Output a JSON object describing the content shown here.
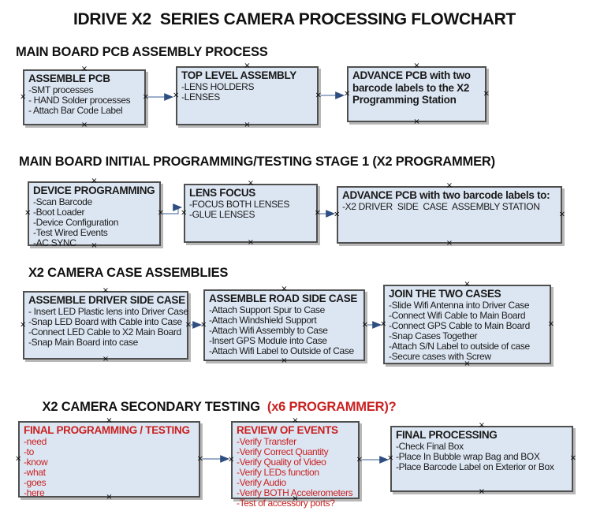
{
  "title": "IDRIVE X2  SERIES CAMERA PROCESSING FLOWCHART",
  "colors": {
    "box_fill": "#dce6f2",
    "box_border": "#4f4f4f",
    "red_text": "#c92121",
    "arrow_line": "#7a93b8",
    "arrow_head": "#2e4d80",
    "text": "#1a1a1a"
  },
  "sections": [
    {
      "heading": "MAIN BOARD PCB ASSEMBLY PROCESS",
      "boxes": [
        {
          "title": "ASSEMBLE PCB",
          "items": [
            "-SMT processes",
            "- HAND Solder processes",
            "- Attach Bar Code Label"
          ]
        },
        {
          "title": "TOP LEVEL ASSEMBLY",
          "items": [
            "-LENS HOLDERS",
            "-LENSES"
          ]
        },
        {
          "title": "ADVANCE PCB with two barcode labels to the X2 Programming Station",
          "items": []
        }
      ]
    },
    {
      "heading": "MAIN BOARD INITIAL PROGRAMMING/TESTING STAGE 1 (X2 PROGRAMMER)",
      "boxes": [
        {
          "title": "DEVICE PROGRAMMING",
          "items": [
            "-Scan Barcode",
            "-Boot Loader",
            "-Device Configuration",
            "-Test Wired Events",
            "-AC SYNC"
          ]
        },
        {
          "title": "LENS FOCUS",
          "items": [
            "-FOCUS BOTH LENSES",
            "-GLUE LENSES"
          ]
        },
        {
          "title": "ADVANCE PCB with two barcode labels to:",
          "items": [
            "-X2 DRIVER  SIDE  CASE  ASSEMBLY STATION"
          ]
        }
      ]
    },
    {
      "heading": "X2 CAMERA CASE ASSEMBLIES",
      "boxes": [
        {
          "title": "ASSEMBLE DRIVER SIDE CASE",
          "items": [
            "- Insert LED Plastic lens into Driver Case",
            "-Snap LED Board with Cable into Case",
            "-Connect LED Cable to X2 Main Board",
            "-Snap Main Board into case"
          ]
        },
        {
          "title": "ASSEMBLE ROAD SIDE CASE",
          "items": [
            "-Attach Support Spur to Case",
            "-Attach Windshield Support",
            "-Attach Wifi Assembly to Case",
            "-Insert GPS Module into Case",
            "-Attach Wifi Label to Outside of Case"
          ]
        },
        {
          "title": "JOIN THE TWO CASES",
          "items": [
            "-Slide Wifi Antenna into Driver Case",
            "-Connect Wifi Cable to Main Board",
            "-Connect GPS Cable to Main Board",
            "-Snap Cases Together",
            "-Attach S/N Label to outside of case",
            "-Secure cases with Screw"
          ]
        }
      ]
    },
    {
      "heading": "X2 CAMERA SECONDARY TESTING",
      "heading_accent": "(x6 PROGRAMMER)?",
      "boxes": [
        {
          "title": "FINAL PROGRAMMING / TESTING",
          "red": true,
          "items": [
            "-need",
            "-to",
            "-know",
            "-what",
            "-goes",
            "-here"
          ]
        },
        {
          "title": "REVIEW OF EVENTS",
          "red": true,
          "items": [
            "-Verify Transfer",
            "-Verify Correct Quantity",
            "-Verify Quality of Video",
            "-Verify LEDs function",
            "-Verify Audio",
            "-Verify BOTH Accelerometers",
            "-Test of accessory ports?"
          ]
        },
        {
          "title": "FINAL PROCESSING",
          "items": [
            "-Check Final Box",
            "-Place In Bubble wrap Bag and BOX",
            "-Place Barcode Label on Exterior or Box"
          ]
        }
      ]
    }
  ]
}
